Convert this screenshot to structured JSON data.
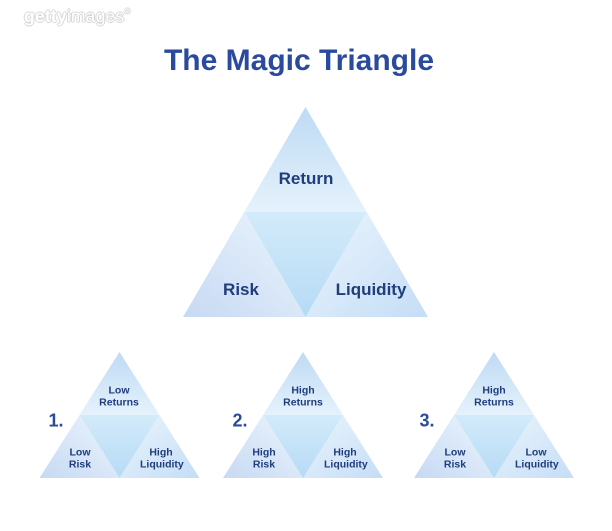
{
  "watermark": {
    "brand_bold": "getty",
    "brand_light": "images",
    "registered": "®"
  },
  "title": "The Magic Triangle",
  "main_triangle": {
    "top_label": "Return",
    "left_label": "Risk",
    "right_label": "Liquidity"
  },
  "scenarios": [
    {
      "number": "1.",
      "top": "Low Returns",
      "left": "Low Risk",
      "right": "High Liquidity"
    },
    {
      "number": "2.",
      "top": "High Returns",
      "left": "High Risk",
      "right": "High Liquidity"
    },
    {
      "number": "3.",
      "top": "High Returns",
      "left": "Low Risk",
      "right": "Low Liquidity"
    }
  ],
  "colors": {
    "title_blue": "#2a4a9e",
    "label_navy": "#203d7c",
    "triangle_apex": "#bedaf4",
    "triangle_light": "#ebf5fd",
    "triangle_edge_left": "#c7d9f3",
    "triangle_edge_right": "#c5ddf6",
    "center_top": "#d3ebfa",
    "center_bottom": "#b6daf5"
  }
}
